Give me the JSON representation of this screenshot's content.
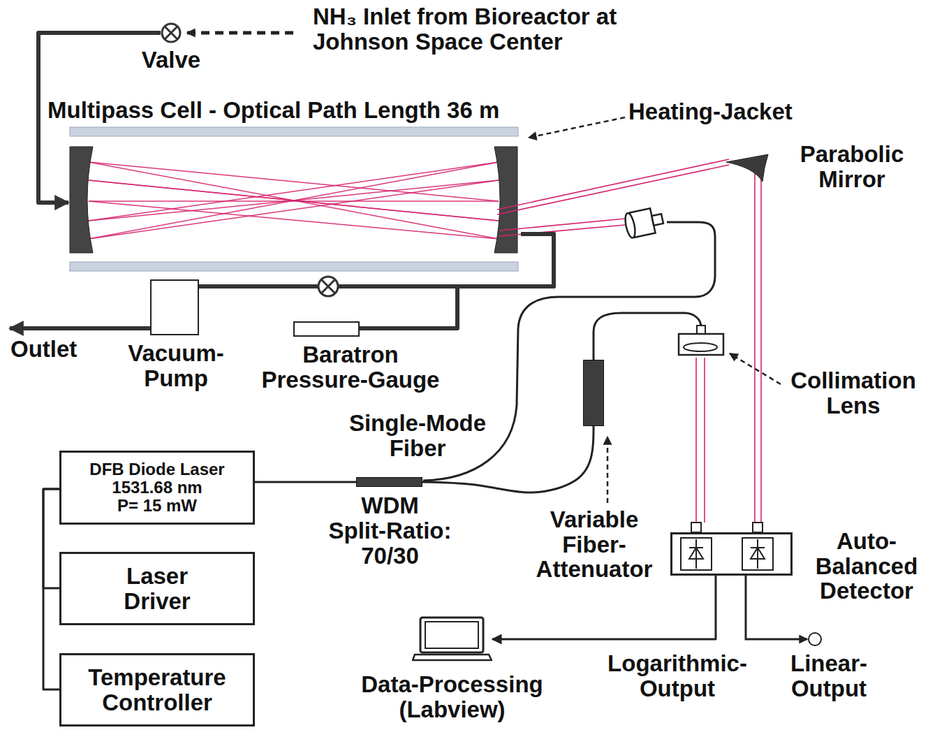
{
  "diagram": {
    "nodes": [
      {
        "text": [
          "Valve"
        ]
      },
      {
        "text": [
          "Multipass Cell - Optical Path Length 36 m"
        ]
      },
      {
        "text": [
          "Vacuum- Pump"
        ]
      },
      {
        "text": [
          "Baratron Pressure-Gauge"
        ]
      },
      {
        "text": [
          "Variable Fiber- Attenuator"
        ]
      },
      {
        "text": [
          "DFB Diode Laser",
          "1531.68 nm",
          "P= 15 mW"
        ]
      },
      {
        "text": [
          "WDM",
          "Split-Ratio: 70/30"
        ]
      },
      {
        "text": [
          "Laser Driver"
        ]
      },
      {
        "text": [
          "Temperature Controller"
        ]
      },
      {
        "text": [
          "Auto- Balanced Detector"
        ]
      },
      {
        "text": [
          "Data-Processing (Labview)"
        ]
      }
    ],
    "edges": [
      {
        "from": 0,
        "to": 1,
        "arrow": "to"
      },
      {
        "from": 1,
        "to": 2,
        "arrow": "none"
      },
      {
        "from": 1,
        "to": 3,
        "arrow": "none"
      },
      {
        "from": 5,
        "to": 6,
        "arrow": "none"
      },
      {
        "from": 6,
        "to": 4,
        "arrow": "none"
      },
      {
        "from": 5,
        "to": 7,
        "arrow": "none"
      },
      {
        "from": 5,
        "to": 8,
        "arrow": "none"
      },
      {
        "from": 9,
        "to": 10,
        "arrow": "to"
      }
    ],
    "labels": [
      "NH₃ Inlet from Bioreactor at Johnson Space Center",
      "Heating-Jacket",
      "Parabolic Mirror",
      "Outlet",
      "Single-Mode Fiber",
      "Collimation Lens",
      "Logarithmic- Output",
      "Linear- Output"
    ]
  }
}
